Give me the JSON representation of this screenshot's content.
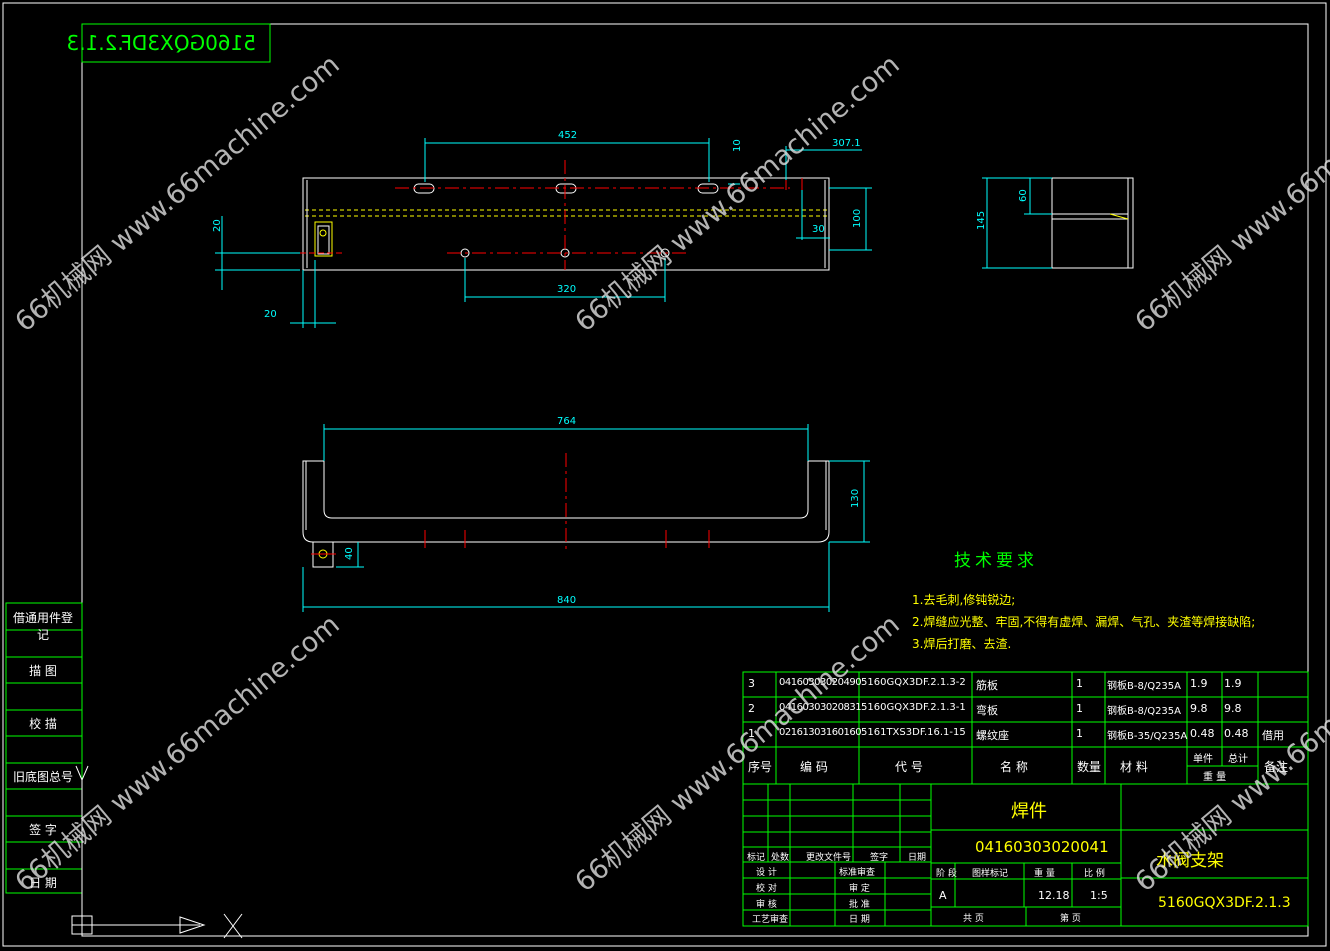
{
  "drawing_code_mirrored": "5160GQX3DF.2.1.3",
  "dimensions": {
    "d452": "452",
    "d10": "10",
    "d3071": "307.1",
    "d20a": "20",
    "d20b": "20",
    "d320": "320",
    "d30": "30",
    "d100": "100",
    "d60": "60",
    "d145": "145",
    "d764": "764",
    "d130": "130",
    "d40": "40",
    "d840": "840"
  },
  "tech_requirements": {
    "title": "技术要求",
    "items": [
      "1.去毛刺,修钝锐边;",
      "2.焊缝应光整、牢固,不得有虚焊、漏焊、气孔、夹渣等焊接缺陷;",
      "3.焊后打磨、去渣."
    ]
  },
  "bom": {
    "rows": [
      {
        "no": "3",
        "code": "04160303020490",
        "ref": "5160GQX3DF.2.1.3-2",
        "name": "筋板",
        "qty": "1",
        "material": "钢板B-8/Q235A",
        "unit_wt": "1.9",
        "total_wt": "1.9",
        "remark": ""
      },
      {
        "no": "2",
        "code": "04160303020831",
        "ref": "5160GQX3DF.2.1.3-1",
        "name": "弯板",
        "qty": "1",
        "material": "钢板B-8/Q235A",
        "unit_wt": "9.8",
        "total_wt": "9.8",
        "remark": ""
      },
      {
        "no": "1",
        "code": "02161303160160",
        "ref": "5161TXS3DF.16.1-15",
        "name": "螺纹座",
        "qty": "1",
        "material": "钢板B-35/Q235A",
        "unit_wt": "0.48",
        "total_wt": "0.48",
        "remark": "借用"
      }
    ],
    "headers": {
      "no": "序号",
      "code": "编 码",
      "ref": "代 号",
      "name": "名 称",
      "qty": "数量",
      "material": "材 料",
      "unit": "单件",
      "total": "总计",
      "weight": "重 量",
      "remark": "备注"
    }
  },
  "title_block": {
    "part_type": "焊件",
    "part_code": "04160303020041",
    "part_name": "水阀支架",
    "drawing_no": "5160GQX3DF.2.1.3",
    "stage": "A",
    "weight": "12.18",
    "scale": "1:5",
    "labels": {
      "mark": "标记",
      "count": "处数",
      "change_doc": "更改文件号",
      "sign": "签字",
      "date": "日期",
      "design": "设 计",
      "check": "校 对",
      "review": "审 核",
      "process": "工艺审查",
      "std": "标准审查",
      "audit": "审 定",
      "approve": "批 准",
      "date2": "日 期",
      "stage_l": "阶 段",
      "drawing_mark": "图样标记",
      "weight_l": "重 量",
      "scale_l": "比 例",
      "total_pages": "共 页",
      "page": "第 页"
    }
  },
  "side_labels": [
    "借通用件登记",
    "描 图",
    "校 描",
    "旧底图总号",
    "签 字",
    "日 期"
  ],
  "watermark": "66机械网 www.66machine.com",
  "colors": {
    "border": "#ffffff",
    "table": "#00ff00",
    "dimension": "#00ffff",
    "centerline": "#ff0000",
    "hidden": "#ffff00",
    "dim_text": "#00ffff"
  }
}
